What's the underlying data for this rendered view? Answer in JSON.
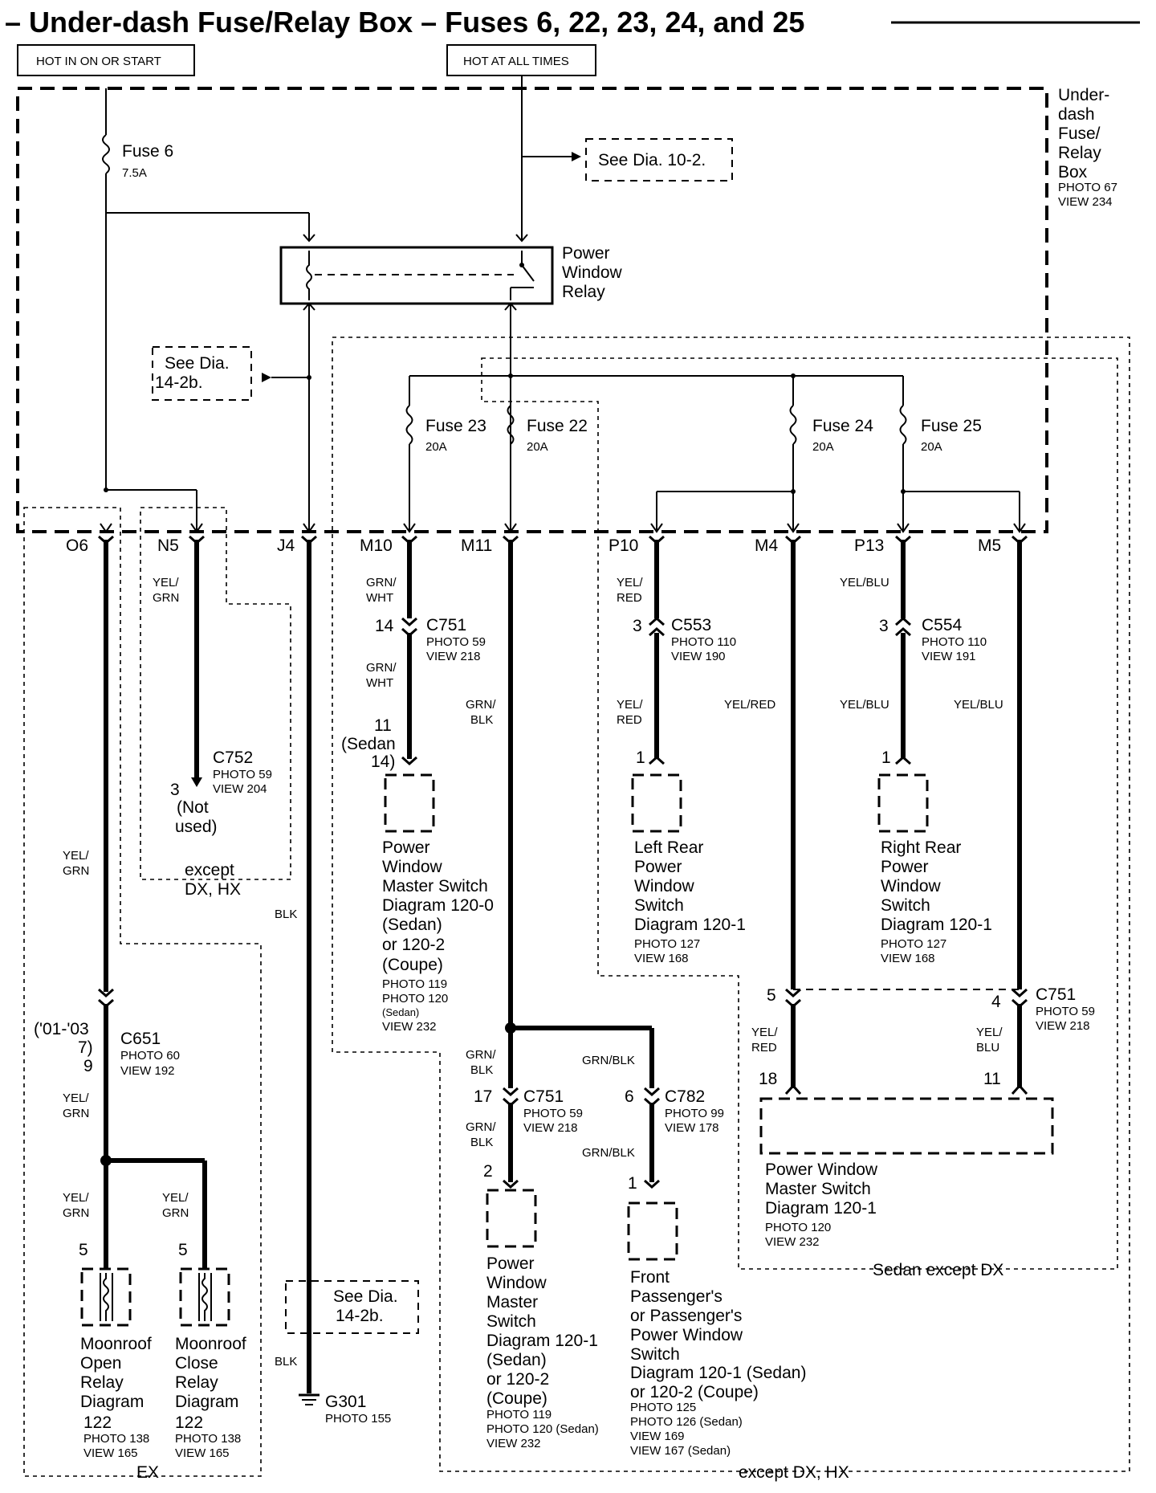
{
  "title": "– Under-dash Fuse/Relay Box – Fuses 6, 22, 23, 24, and 25",
  "labels": {
    "hot_on_start": "HOT IN ON OR START",
    "hot_all_times": "HOT AT ALL TIMES",
    "box_name": [
      "Under-",
      "dash",
      "Fuse/",
      "Relay",
      "Box"
    ],
    "box_photo": "PHOTO 67",
    "box_view": "VIEW 234",
    "see_dia_10_2": "See Dia. 10-2.",
    "see_dia_14_2b": [
      "See Dia.",
      "14-2b."
    ],
    "relay_name": [
      "Power",
      "Window",
      "Relay"
    ]
  },
  "fuses": [
    {
      "name": "Fuse 6",
      "rating": "7.5A"
    },
    {
      "name": "Fuse 23",
      "rating": "20A"
    },
    {
      "name": "Fuse 22",
      "rating": "20A"
    },
    {
      "name": "Fuse 24",
      "rating": "20A"
    },
    {
      "name": "Fuse 25",
      "rating": "20A"
    }
  ],
  "terminals": [
    "O6",
    "N5",
    "J4",
    "M10",
    "M11",
    "P10",
    "M4",
    "P13",
    "M5"
  ],
  "wires": {
    "yel_grn": [
      "YEL/",
      "GRN"
    ],
    "grn_wht": [
      "GRN/",
      "WHT"
    ],
    "grn_blk": [
      "GRN/",
      "BLK"
    ],
    "grn_blk_inline": "GRN/BLK",
    "yel_red": [
      "YEL/",
      "RED"
    ],
    "yel_red_inline": "YEL/RED",
    "yel_blu_inline": "YEL/BLU",
    "yel_blu": [
      "YEL/",
      "BLU"
    ],
    "blk": "BLK"
  },
  "connectors": {
    "c751_m10": {
      "pin": "14",
      "name": "C751",
      "photo": "PHOTO 59",
      "view": "VIEW 218",
      "pin_out": [
        "11",
        "(Sedan",
        "14)"
      ]
    },
    "c553": {
      "pin": "3",
      "name": "C553",
      "photo": "PHOTO 110",
      "view": "VIEW 190",
      "pin_out": "1"
    },
    "c554": {
      "pin": "3",
      "name": "C554",
      "photo": "PHOTO 110",
      "view": "VIEW 191",
      "pin_out": "1"
    },
    "c752": {
      "name": "C752",
      "photo": "PHOTO 59",
      "view": "VIEW 204",
      "pin": "3",
      "note": [
        "(Not",
        "used)"
      ]
    },
    "c751_m": {
      "pin_l": "5",
      "pin_r": "4",
      "name": "C751",
      "photo": "PHOTO 59",
      "view": "VIEW 218",
      "pin_out_l": "18",
      "pin_out_r": "11"
    },
    "c651": {
      "pin_note": [
        "('01-'03",
        "7)",
        "9"
      ],
      "name": "C651",
      "photo": "PHOTO 60",
      "view": "VIEW 192"
    },
    "c751_m11": {
      "pin": "17",
      "name": "C751",
      "photo": "PHOTO 59",
      "view": "VIEW 218",
      "pin_out": "2"
    },
    "c782": {
      "pin": "6",
      "name": "C782",
      "photo": "PHOTO 99",
      "view": "VIEW 178",
      "pin_out": "1"
    }
  },
  "components": {
    "pw_master_m10": {
      "lines": [
        "Power",
        "Window",
        "Master Switch",
        "Diagram 120-0",
        "(Sedan)",
        "or 120-2",
        "(Coupe)"
      ],
      "refs": [
        "PHOTO 119",
        "PHOTO 120",
        "(Sedan)",
        "VIEW 232"
      ]
    },
    "left_rear": {
      "lines": [
        "Left Rear",
        "Power",
        "Window",
        "Switch",
        "Diagram 120-1"
      ],
      "refs": [
        "PHOTO 127",
        "VIEW 168"
      ]
    },
    "right_rear": {
      "lines": [
        "Right Rear",
        "Power",
        "Window",
        "Switch",
        "Diagram 120-1"
      ],
      "refs": [
        "PHOTO 127",
        "VIEW 168"
      ]
    },
    "pw_master_m4": {
      "lines": [
        "Power Window",
        "Master Switch",
        "Diagram 120-1"
      ],
      "refs": [
        "PHOTO 120",
        "VIEW 232"
      ]
    },
    "moonroof_open": {
      "pin": "5",
      "lines": [
        "Moonroof",
        "Open",
        "Relay",
        "Diagram",
        "122"
      ],
      "refs": [
        "PHOTO 138",
        "VIEW 165"
      ]
    },
    "moonroof_close": {
      "pin": "5",
      "lines": [
        "Moonroof",
        "Close",
        "Relay",
        "Diagram",
        "122"
      ],
      "refs": [
        "PHOTO 138",
        "VIEW 165"
      ]
    },
    "pw_master_m11": {
      "lines": [
        "Power",
        "Window",
        "Master",
        "Switch",
        "Diagram 120-1",
        "(Sedan)",
        "or 120-2",
        "(Coupe)"
      ],
      "refs": [
        "PHOTO 119",
        "PHOTO 120 (Sedan)",
        "VIEW 232"
      ]
    },
    "front_pass": {
      "lines": [
        "Front",
        "Passenger's",
        "or Passenger's",
        "Power Window",
        "Switch",
        "Diagram 120-1 (Sedan)",
        "or 120-2 (Coupe)"
      ],
      "refs": [
        "PHOTO 125",
        "PHOTO 126 (Sedan)",
        "VIEW 169",
        "VIEW 167 (Sedan)"
      ]
    },
    "ground": {
      "name": "G301",
      "photo": "PHOTO 155"
    }
  },
  "regions": {
    "except_dx_hx_small": [
      "except",
      "DX, HX"
    ],
    "ex": "EX",
    "sedan_except_dx": "Sedan except DX",
    "except_dx_hx": "except DX, HX"
  }
}
